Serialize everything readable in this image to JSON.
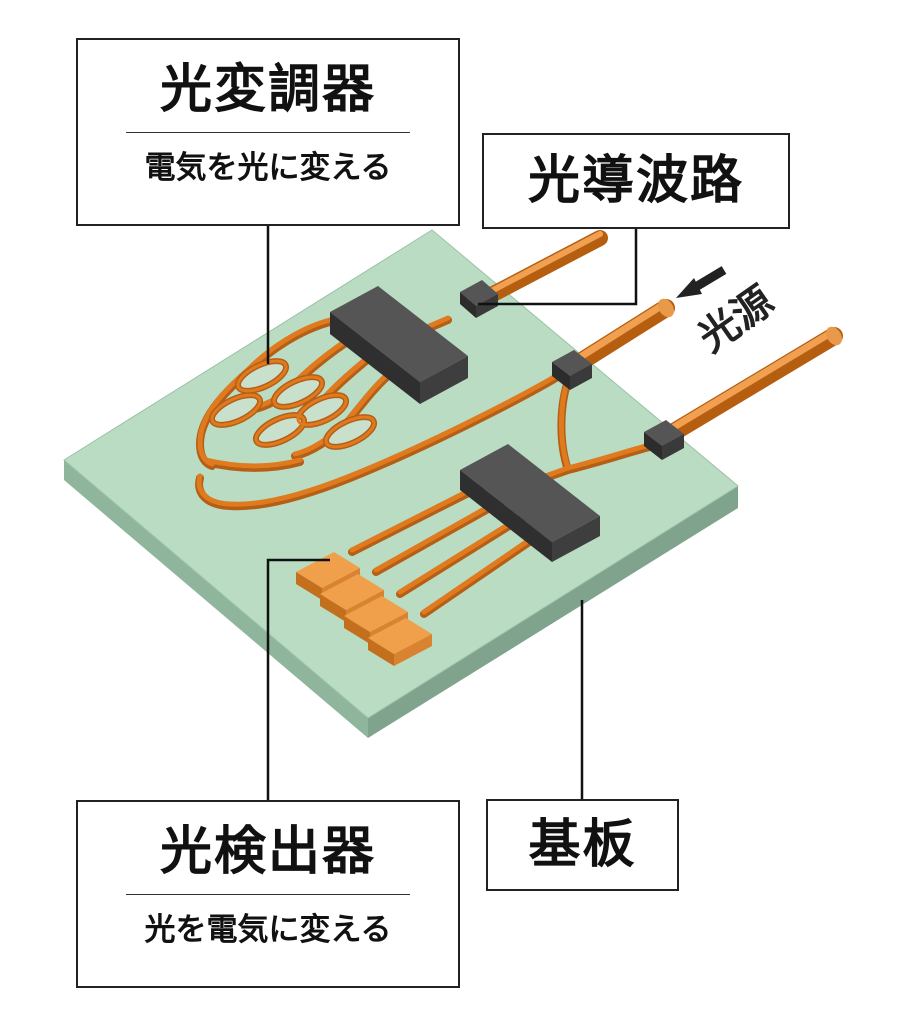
{
  "labels": {
    "modulator": {
      "title": "光変調器",
      "subtitle": "電気を光に変える"
    },
    "waveguide": {
      "title": "光導波路"
    },
    "light_source": {
      "title": "光源"
    },
    "detector": {
      "title": "光検出器",
      "subtitle": "光を電気に変える"
    },
    "substrate": {
      "title": "基板"
    }
  },
  "colors": {
    "substrate_top": "#b9dcc3",
    "substrate_side_front": "#8fb69d",
    "substrate_side_right": "#7fa38c",
    "waveguide": "#e07a1f",
    "waveguide_light": "#f2a24e",
    "chip": "#3b3b3b",
    "chip_top": "#555555",
    "leader_line": "#111111"
  },
  "icons": {
    "arrow": "left-arrow-icon"
  }
}
